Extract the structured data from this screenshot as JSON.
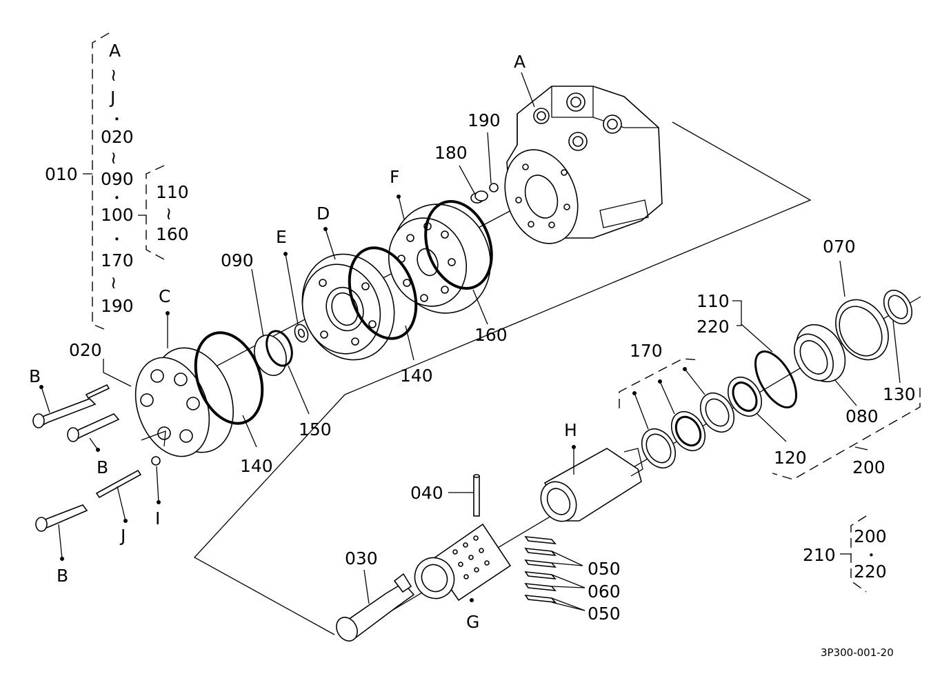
{
  "diagram": {
    "drawing_number": "3P300-001-20",
    "callouts": {
      "A": "A",
      "B": "B",
      "C": "C",
      "D": "D",
      "E": "E",
      "F": "F",
      "G": "G",
      "H": "H",
      "I": "I",
      "J": "J",
      "p010": "010",
      "p020": "020",
      "p030": "030",
      "p040": "040",
      "p050": "050",
      "p060": "060",
      "p070": "070",
      "p080": "080",
      "p090": "090",
      "p100": "100",
      "p110": "110",
      "p120": "120",
      "p130": "130",
      "p140": "140",
      "p150": "150",
      "p160": "160",
      "p170": "170",
      "p180": "180",
      "p190": "190",
      "p200": "200",
      "p210": "210",
      "p220": "220"
    },
    "glyphs": {
      "tilde": "≀",
      "dot": "•"
    }
  }
}
